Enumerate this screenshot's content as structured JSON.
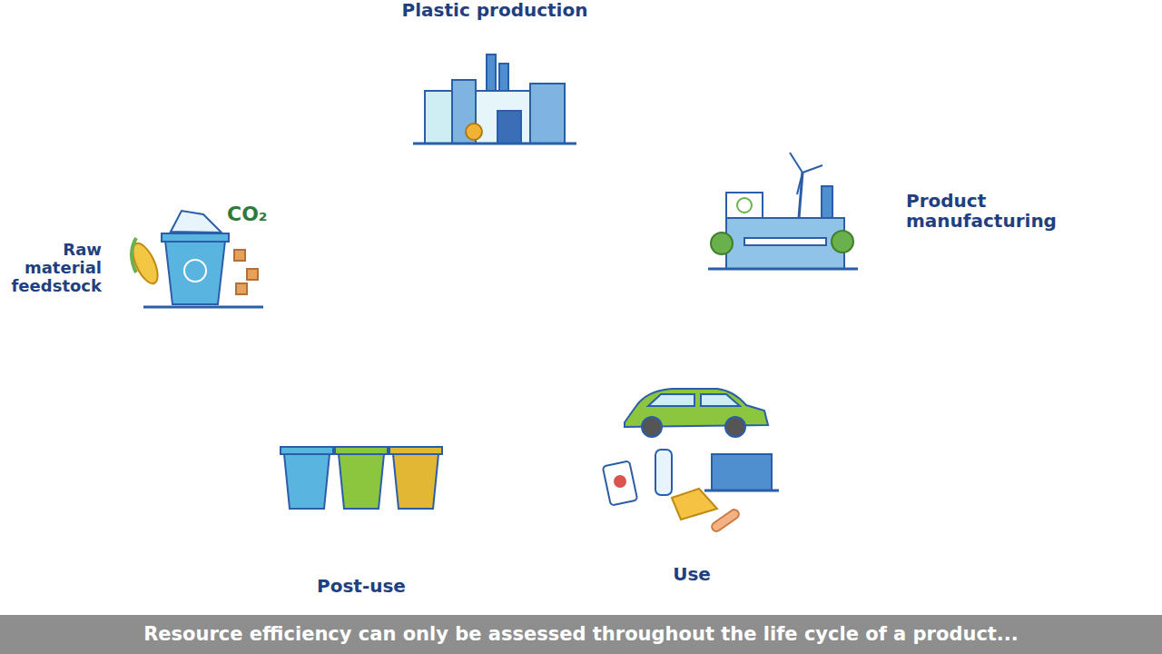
{
  "diagram": {
    "caption": "Resource efficiency can only be assessed throughout the life cycle of a product...",
    "nodes": [
      {
        "text": [
          "Plastic production"
        ]
      },
      {
        "text": [
          "Product manufacturing"
        ]
      },
      {
        "text": [
          "Use"
        ]
      },
      {
        "text": [
          "Post-use"
        ]
      },
      {
        "text": [
          "Raw material feedstock"
        ]
      }
    ],
    "edges": [
      {
        "from": 0,
        "to": 1,
        "arrow": "to"
      },
      {
        "from": 1,
        "to": 2,
        "arrow": "to"
      },
      {
        "from": 2,
        "to": 3,
        "arrow": "to"
      },
      {
        "from": 3,
        "to": 4,
        "arrow": "to"
      },
      {
        "from": 4,
        "to": 0,
        "arrow": "to"
      }
    ],
    "labels": [
      "CO₂"
    ]
  }
}
